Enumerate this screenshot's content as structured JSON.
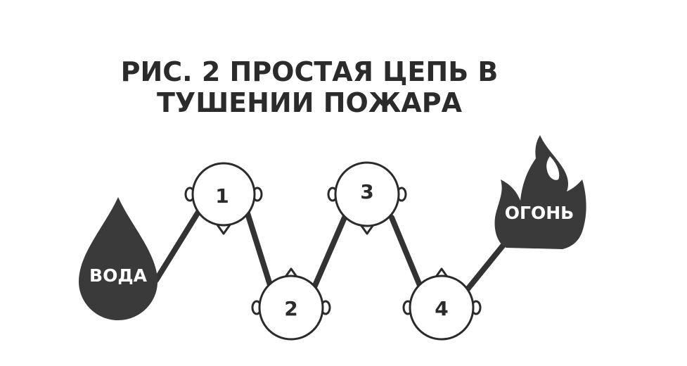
{
  "title": {
    "line1": "РИС. 2    ПРОСТАЯ ЦЕПЬ В",
    "line2": "ТУШЕНИИ ПОЖАРА"
  },
  "source": {
    "label": "ВОДА",
    "icon": "water-drop-icon"
  },
  "target": {
    "label": "ОГОНЬ",
    "icon": "fire-icon"
  },
  "people": [
    {
      "label": "1"
    },
    {
      "label": "2"
    },
    {
      "label": "3"
    },
    {
      "label": "4"
    }
  ],
  "colors": {
    "dark": "#3a3a3a",
    "stroke": "#2b2b2b",
    "fill": "#ffffff",
    "text_light": "#ffffff"
  }
}
